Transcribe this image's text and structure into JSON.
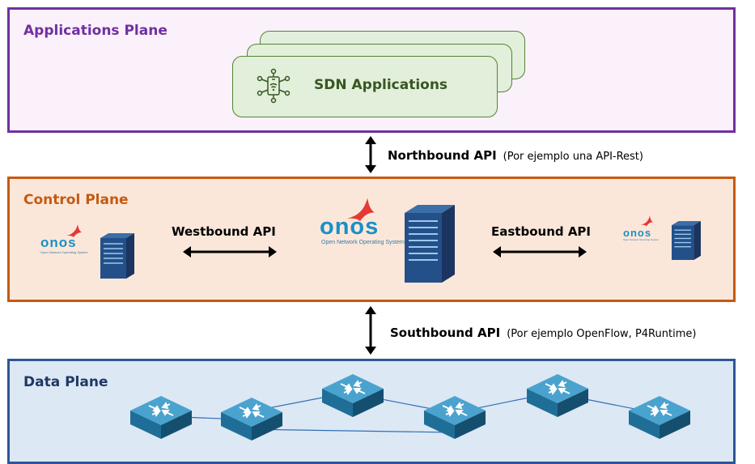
{
  "planes": {
    "applications": {
      "title": "Applications Plane"
    },
    "control": {
      "title": "Control Plane"
    },
    "data": {
      "title": "Data Plane"
    }
  },
  "sdn_applications": {
    "label": "SDN Applications"
  },
  "apis": {
    "northbound": {
      "label": "Northbound API",
      "note": "(Por ejemplo una API-Rest)"
    },
    "southbound": {
      "label": "Southbound API",
      "note": "(Por ejemplo OpenFlow, P4Runtime)"
    },
    "westbound": {
      "label": "Westbound API"
    },
    "eastbound": {
      "label": "Eastbound API"
    }
  },
  "onos": {
    "logo": "onos",
    "subtitle": "Open Network Operating System"
  },
  "colors": {
    "applications_border": "#7030a0",
    "control_border": "#c55a11",
    "data_border": "#2f5597",
    "apps_card_fill": "#e2efda",
    "apps_card_border": "#548235",
    "apps_text": "#375623",
    "switch_blue": "#1f6e98"
  }
}
